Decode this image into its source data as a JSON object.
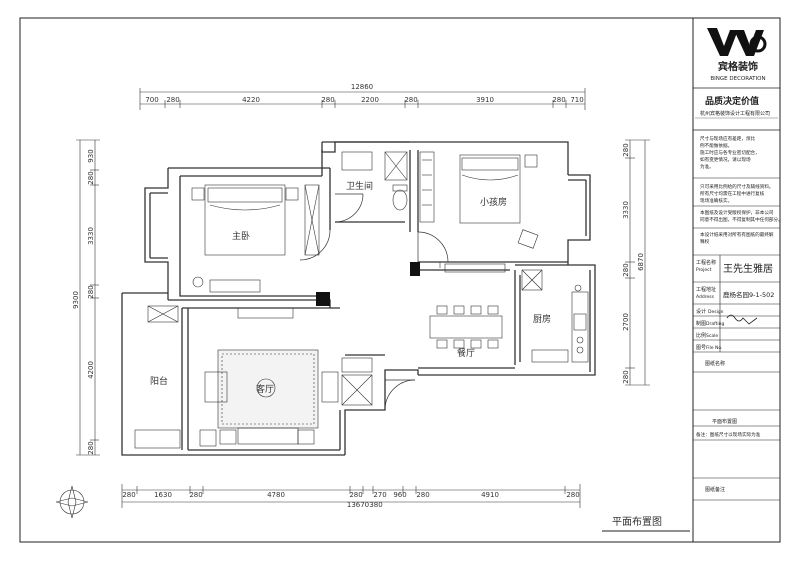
{
  "drawing": {
    "title": "平面布置图",
    "rooms": {
      "master_bedroom": "主卧",
      "bathroom": "卫生间",
      "kids_room": "小孩房",
      "dining": "餐厅",
      "kitchen": "厨房",
      "living": "客厅",
      "balcony": "阳台"
    },
    "dims_top": {
      "total": "12860",
      "segments": [
        "700",
        "280",
        "4220",
        "280",
        "2200",
        "280",
        "3910",
        "280",
        "710"
      ]
    },
    "dims_bottom": {
      "total": "13670",
      "segments": [
        "280",
        "1630",
        "280",
        "4780",
        "280",
        "270",
        "960",
        "280",
        "4910",
        "280"
      ],
      "extra": "380"
    },
    "dims_left": {
      "total": "9300",
      "segments": [
        "930",
        "280",
        "3330",
        "280",
        "4200",
        "280"
      ]
    },
    "dims_right": {
      "total": "6870",
      "segments": [
        "280",
        "3330",
        "280",
        "2700",
        "280"
      ]
    }
  },
  "title_block": {
    "company_cn": "宾格装饰",
    "company_en": "BINGE DECORATION",
    "slogan": "品质决定价值",
    "company_full": "杭州宾格装饰设计工程有限公司",
    "notes": [
      "尺寸与现场应有差距，烦比",
      "例不能做依据。",
      "施工时应与各专业密切配合，",
      "如有变更情况，请以现场",
      "为准。"
    ],
    "note2": [
      "只可采用比例给的尺寸及辅线资料。",
      "所有尺寸均需在工程中进行复核",
      "现场准确核实。"
    ],
    "note3": [
      "本图纸及设计受版权保护，非本公司",
      "同意不得出图，不得复制其中任何部分。"
    ],
    "note4": [
      "本设计纸采用对所有有图纸的最终解",
      "释权"
    ],
    "project_label": "工程名称",
    "project_label_en": "Project",
    "project_name": "王先生雅居",
    "address_label": "工程地址",
    "address_label_en": "Address",
    "address_value": "鹿杨名园9-1-502",
    "design_label": "设计",
    "design_label_en": "Design",
    "drafting_label": "制图",
    "drafting_label_en": "Drafting",
    "scale_label": "比例",
    "scale_label_en": "Scale",
    "fileno_label": "图号",
    "fileno_label_en": "File No.",
    "sheet_name": "图纸名称",
    "sheet_value": "平面布置图",
    "remark": "备注：图纸尺寸以现场实际为准",
    "stamp": "图纸备注"
  },
  "colors": {
    "line": "#333333",
    "wall": "#444444",
    "accent": "#111111"
  }
}
